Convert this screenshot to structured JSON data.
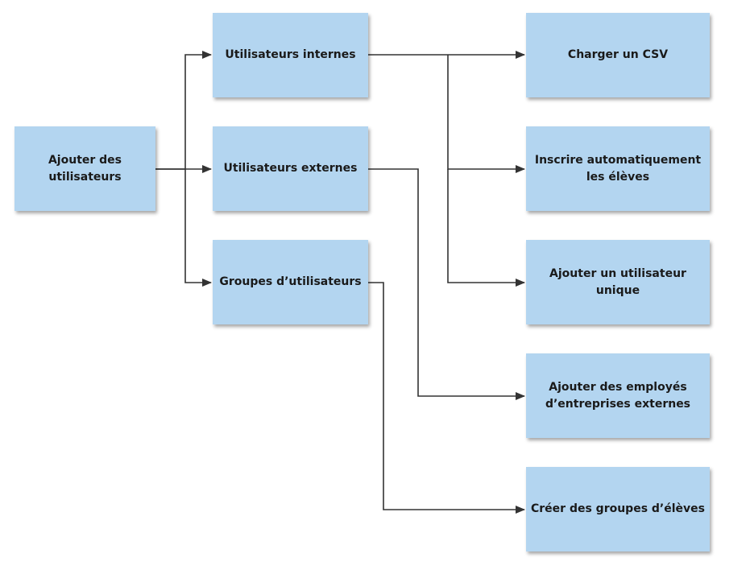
{
  "nodes": {
    "root": "Ajouter des\nutilisateurs",
    "internal": "Utilisateurs internes",
    "external": "Utilisateurs externes",
    "groups": "Groupes d’utilisateurs",
    "csv": "Charger un CSV",
    "auto_enroll": "Inscrire automatiquement\nles élèves",
    "single_user": "Ajouter un utilisateur\nunique",
    "external_employees": "Ajouter des employés\nd’entreprises externes",
    "student_groups": "Créer des groupes d’élèves"
  },
  "colors": {
    "node_fill": "#b3d5f0",
    "connector": "#333333"
  }
}
